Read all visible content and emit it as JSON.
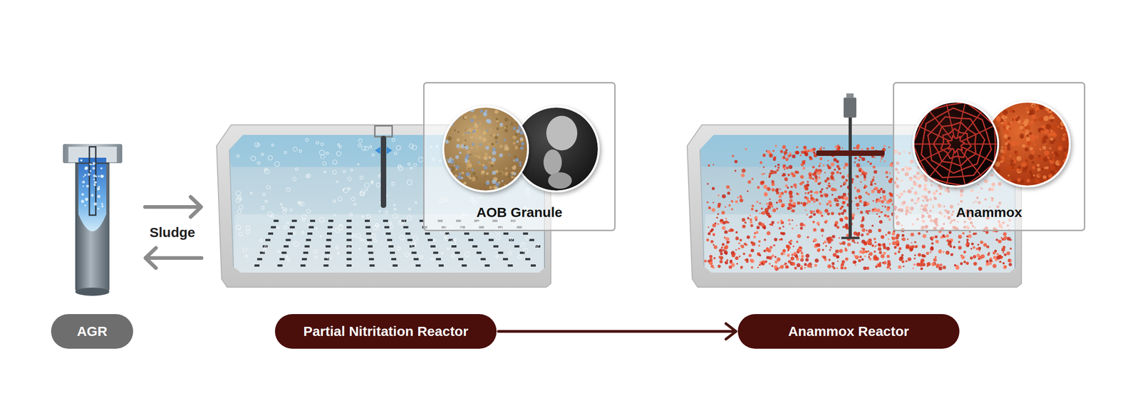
{
  "diagram": {
    "nodes": [
      {
        "text": [
          "AGR"
        ]
      },
      {
        "text": [
          "AOB Granule"
        ]
      },
      {
        "text": [
          "Partial Nitritation Reactor"
        ]
      },
      {
        "text": [
          "Anammox"
        ]
      },
      {
        "text": [
          "Anammox Reactor"
        ]
      }
    ],
    "edges": [
      {
        "from": 2,
        "to": 4,
        "arrow": "to"
      }
    ],
    "labels": [
      "Sludge"
    ]
  }
}
